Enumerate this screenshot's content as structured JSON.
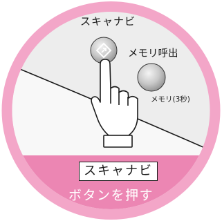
{
  "illustration": {
    "button_scanavi_label": "スキャナビ",
    "button_memory_call_label": "メモリ呼出",
    "button_memory_hold_label": "メモリ(3秒)"
  },
  "caption": {
    "key_name": "スキャナビ",
    "action_text": "ボタンを押す"
  },
  "colors": {
    "ring": "#f3a6c8",
    "band": "#ec86b3",
    "panel": "#ececec",
    "button": "#bdbdbd"
  },
  "icons": [
    "scanavi-icon",
    "pointing-hand-icon"
  ]
}
